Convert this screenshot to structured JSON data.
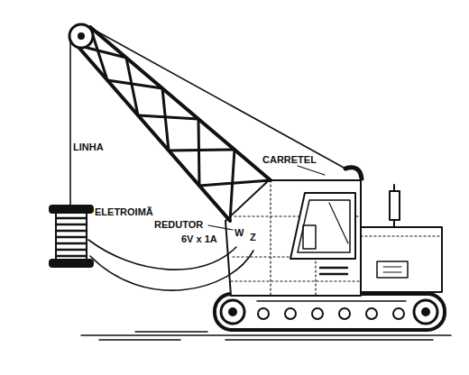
{
  "diagram": {
    "labels": [
      "LINHA",
      "CARRETEL",
      "ELETROIMÃ",
      "REDUTOR",
      "6V x 1A",
      "W",
      "Z"
    ]
  }
}
